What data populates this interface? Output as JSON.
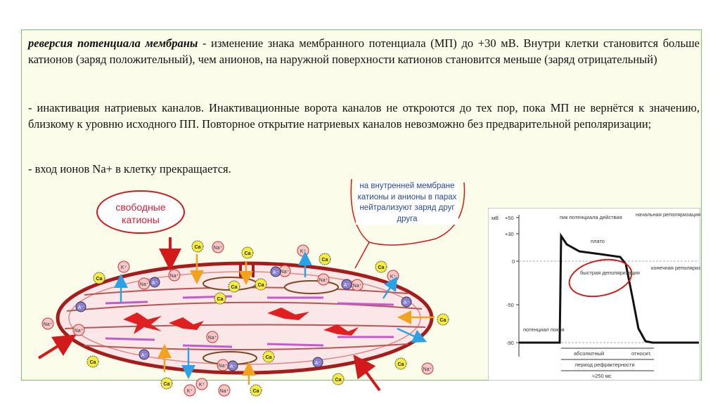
{
  "paragraphs": {
    "p1_term": "реверсия потенциала мембраны",
    "p1_rest": " - изменение знака мембранного потенциала (МП) до +30 мВ. Внутри клетки становится больше катионов (заряд положительный), чем анионов, на наружной поверхности катионов становится меньше (заряд отрицательный)",
    "p2": "- инактивация натриевых каналов. Инактивационные ворота каналов не откроются до тех пор, пока МП не вернётся к значению, близкому к уровню исходного ПП. Повторное открытие натриевых каналов невозможно без предварительной реполяризации;",
    "p3": "- вход ионов Na+ в клетку прекращается."
  },
  "diagram": {
    "free_cations_label": "свободные катионы",
    "callout": "на внутренней мембране катионы и анионы в парах нейтрализуют заряд друг друга",
    "ion_labels": {
      "na": "Na⁺",
      "k": "K⁺",
      "ca": "Ca",
      "anion": "A⁻"
    }
  },
  "graph": {
    "unit": "мВ",
    "ticks": [
      "+50",
      "+30",
      "0",
      "-50",
      "-90"
    ],
    "peak": "пик потенциала действия",
    "plateau": "плато",
    "early_repol": "начальная реполяризация",
    "fast_depol": "быстрая деполяризация",
    "final_repol": "конечная реполяризация",
    "resting": "потенциал покоя",
    "absolute": "абсолютный",
    "relative": "относит.",
    "refractory": "период рефрактерности",
    "duration": "≈250 мс"
  }
}
